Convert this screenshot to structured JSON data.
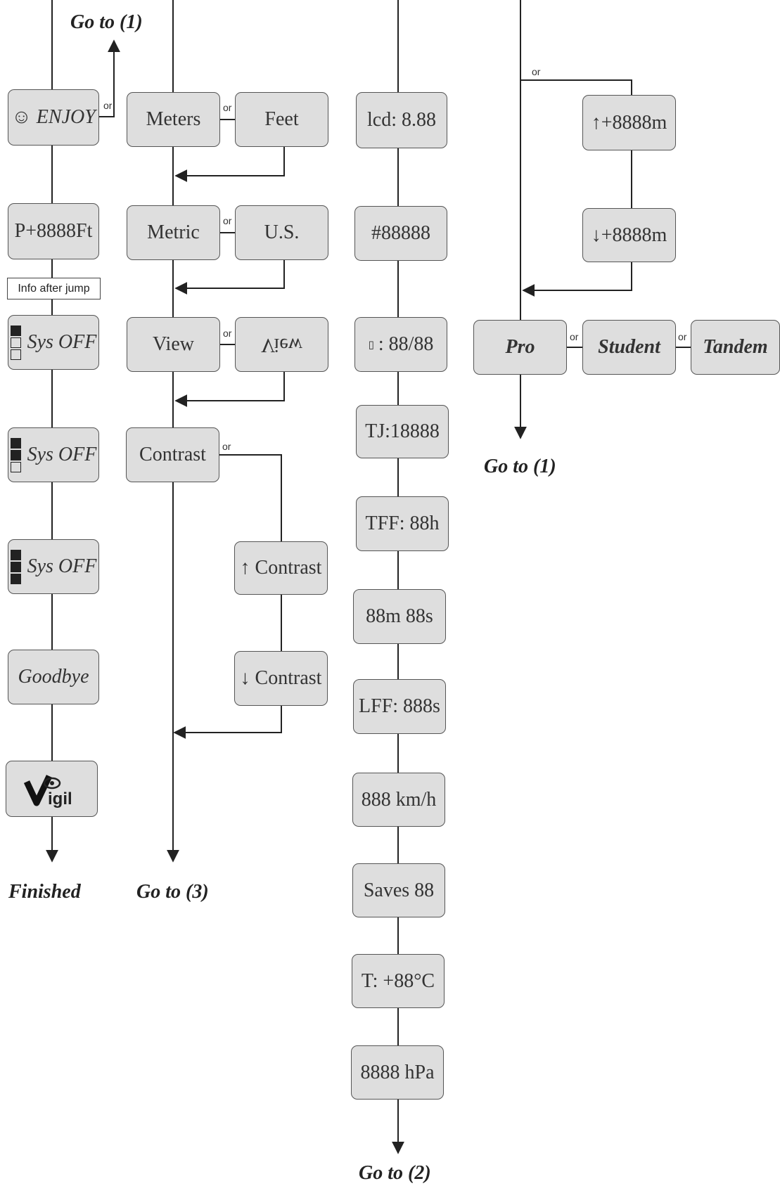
{
  "col1": {
    "goto_top": "Go to (1)",
    "enjoy": "☺ ENJOY",
    "pressure_ft": "P+8888Ft",
    "info_after_jump": "Info after jump",
    "sys_off_1": "Sys OFF",
    "sys_off_2": "Sys OFF",
    "sys_off_3": "Sys OFF",
    "goodbye": "Goodbye",
    "logo_text": "Vigil",
    "finished": "Finished"
  },
  "col2": {
    "meters": "Meters",
    "feet": "Feet",
    "metric": "Metric",
    "us": "U.S.",
    "view": "View",
    "view_flipped": "View",
    "contrast": "Contrast",
    "contrast_up": "↑ Contrast",
    "contrast_down": "↓ Contrast",
    "goto_bottom": "Go to (3)"
  },
  "col3": {
    "items": [
      "lcd: 8.88",
      "#88888",
      ": 88/88",
      "TJ:18888",
      "TFF: 88h",
      "88m 88s",
      "LFF: 888s",
      "888 km/h",
      "Saves 88",
      "T: +88°C",
      "8888 hPa"
    ],
    "goto_bottom": "Go to (2)"
  },
  "col4": {
    "alt_up": "↑+8888m",
    "alt_down": "↓+8888m",
    "pro": "Pro",
    "student": "Student",
    "tandem": "Tandem",
    "goto_bottom": "Go to (1)"
  },
  "or_label": "or"
}
